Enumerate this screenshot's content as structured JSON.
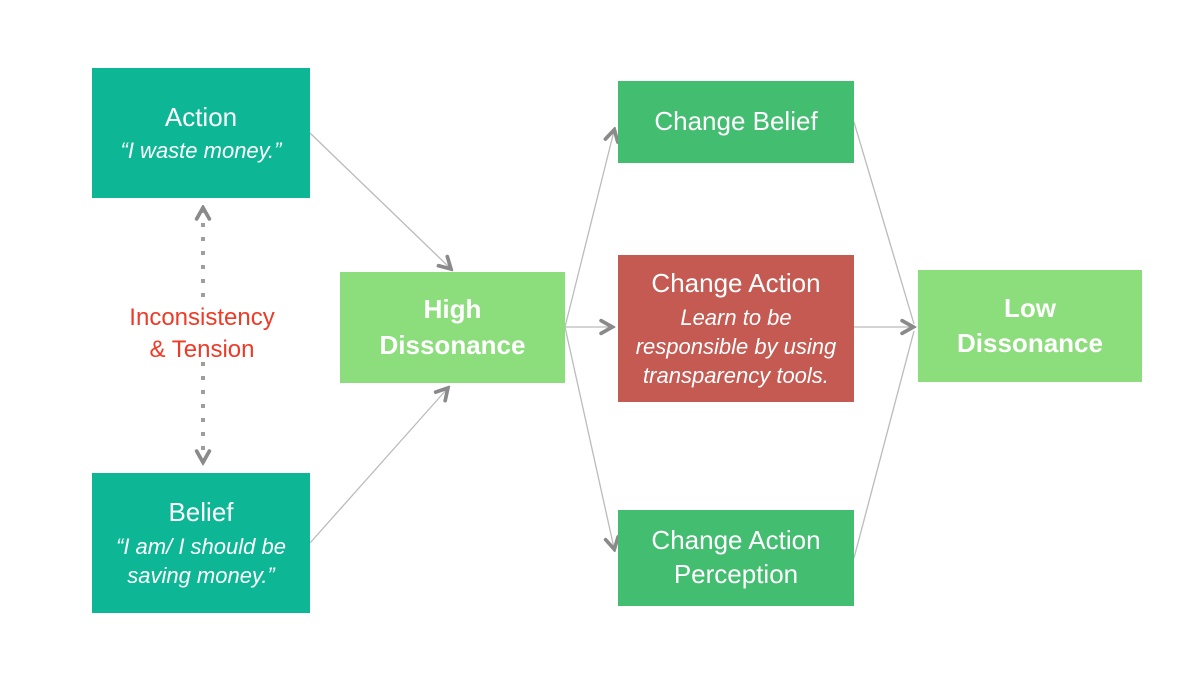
{
  "nodes": {
    "action": {
      "title": "Action",
      "quote": "“I waste money.”"
    },
    "belief": {
      "title": "Belief",
      "quote": "“I am/ I should be\nsaving money.”"
    },
    "high_dissonance": {
      "title": "High\nDissonance"
    },
    "change_belief": {
      "title": "Change Belief"
    },
    "change_action": {
      "title": "Change Action",
      "desc": "Learn to be\nresponsible by using\ntransparency tools."
    },
    "change_action_perception": {
      "title": "Change Action\nPerception"
    },
    "low_dissonance": {
      "title": "Low\nDissonance"
    }
  },
  "labels": {
    "tension": "Inconsistency\n& Tension"
  },
  "colors": {
    "teal_box": "#0db795",
    "light_green_box": "#8cdd7b",
    "medium_green_box": "#43bd70",
    "brick_red_box": "#c45a52",
    "tension_text": "#ee3a26",
    "arrow_line": "#bbbbbb",
    "arrow_head": "#8a8a8a",
    "dotted_line": "#9e9e9e",
    "background": "#ffffff",
    "node_text": "#ffffff"
  }
}
